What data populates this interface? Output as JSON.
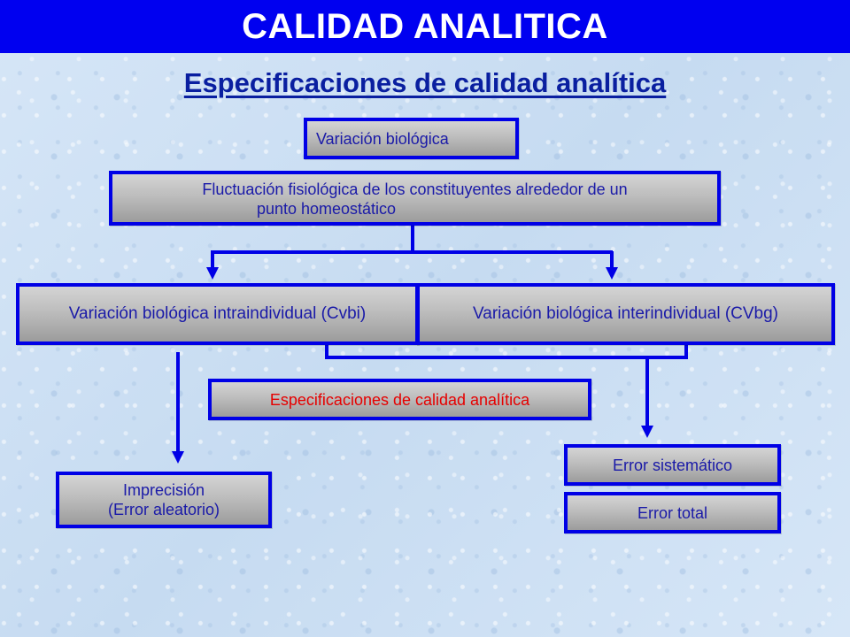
{
  "header": {
    "title": "CALIDAD ANALITICA"
  },
  "subtitle": "Especificaciones de calidad analítica",
  "diagram": {
    "nodes": {
      "variacion_biologica": "Variación biológica",
      "fluctuacion_line1": "Fluctuación fisiológica de los constituyentes alrededor de un",
      "fluctuacion_line2": "punto homeostático",
      "intraindividual": "Variación biológica intraindividual (Cvbi)",
      "interindividual": "Variación biológica interindividual (CVbg)",
      "especificaciones": "Especificaciones de calidad analítica",
      "imprecision_line1": "Imprecisión",
      "imprecision_line2": "(Error aleatorio)",
      "error_sistematico": "Error sistemático",
      "error_total": "Error total"
    },
    "colors": {
      "title_bar": "#0000f0",
      "box_border": "#0000e6",
      "box_text": "#1a1aa8",
      "highlight_text": "#e60000",
      "connector": "#0000e6"
    }
  }
}
